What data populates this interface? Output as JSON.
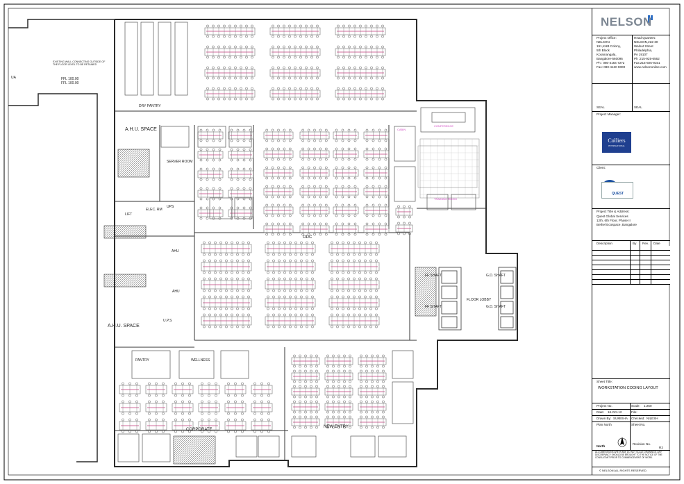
{
  "floor_labels": {
    "ahu_top": "A.H.U. SPACE",
    "ahu_bottom": "A.H.U. SPACE",
    "server": "SERVER ROOM",
    "odc": "ODC",
    "floor_lobby": "FLOOR LOBBY",
    "corporate": "CORPORATE",
    "new_entry": "NEW ENTRY",
    "ups": "UPS",
    "ups_bottom": "U.P.S",
    "ahu_small": "AHU",
    "lift": "LIFT",
    "elec": "ELEC. RM",
    "pantry": "PANTRY",
    "wellness": "WELLNESS",
    "fit_note": "EXISTING WALL CONNECTING OUTSIDE OF THE FLOOR LEVEL TO BE RETAINED",
    "level_1": "FFL 100.00",
    "level_2": "FFL 100.00",
    "dry_pantry": "DRY PANTRY",
    "corner_ahu": "AHU",
    "ff_1": "FF SHAFT",
    "ff_2": "FF SHAFT",
    "gd_1": "G.D. SHAFT",
    "gd_2": "G.D. SHAFT",
    "side_ua": "UA",
    "conference": "CONFERENCE",
    "training": "TRAINING ROOM",
    "cabin": "CABIN"
  },
  "title_block": {
    "company": "NELSON",
    "project_office_label": "Project Office:",
    "project_office": "NELSON\n191,KHB Colony,\n5th Block\nKoramangala,\nBangalore-560095\nPh : 080-4164 7272\nFax: 080-4130 9000",
    "hq_label": "Head Quarters:",
    "hq": "NELSON,222-30\nWalnut Street\nPhiladelphia,\nPA 19107\nPh :215-925-6562\nFax:215-925-9151\nwww.nelsononline.com",
    "seal_1": "SEAL",
    "seal_2": "SEAL",
    "project_manager": "Project Manager:",
    "pm_logo": "Colliers",
    "pm_logo_sub": "INTERNATIONAL",
    "client": "Client:",
    "client_logo": "QUEST",
    "project_title_label": "Project Title & Address:",
    "project_title": "Quest Global Services\n12th, 6th Floor, Phase II\nBethel Ecospace, Bangalore",
    "rev_description": "Description",
    "rev_by": "By",
    "rev_rev": "Rev.",
    "rev_date": "Date",
    "sheet_title_label": "Sheet Title:",
    "sheet_title": "WORKSTATION CODING LAYOUT",
    "project_no_label": "Project No.",
    "scale_label": "Scale:",
    "scale": "1:250",
    "date_label": "Date:",
    "date": "16-Oct-12",
    "file_label": "File:",
    "drawn_label": "Drawn By:",
    "drawn_by": "SUMISHA",
    "checked_label": "Checked:",
    "checked_by": "NILESH",
    "plan_north": "Plan North",
    "sheet_no_label": "Sheet No.",
    "north": "North",
    "revision_label": "Revision No.",
    "revision": "R2",
    "footer_note": "ALL DIMENSIONS ARE IN MM. DO NOT SCALE DRAWINGS. ANY DISCREPANCY SHOULD BE BROUGHT TO THE NOTICE OF THE CONSULTANT PRIOR TO COMMENCEMENT OF WORK.",
    "copyright": "© NELSON    ALL RIGHTS RESERVED."
  },
  "colors": {
    "wall": "#2b2b2b",
    "desk": "#6f6f6f",
    "desk_code": "#c0397a",
    "label_pink": "#d24fc4",
    "glass": "#999999",
    "nelson_grey": "#7d8793",
    "nelson_blue": "#2f6fc4",
    "colliers_blue": "#1f3f8f"
  }
}
